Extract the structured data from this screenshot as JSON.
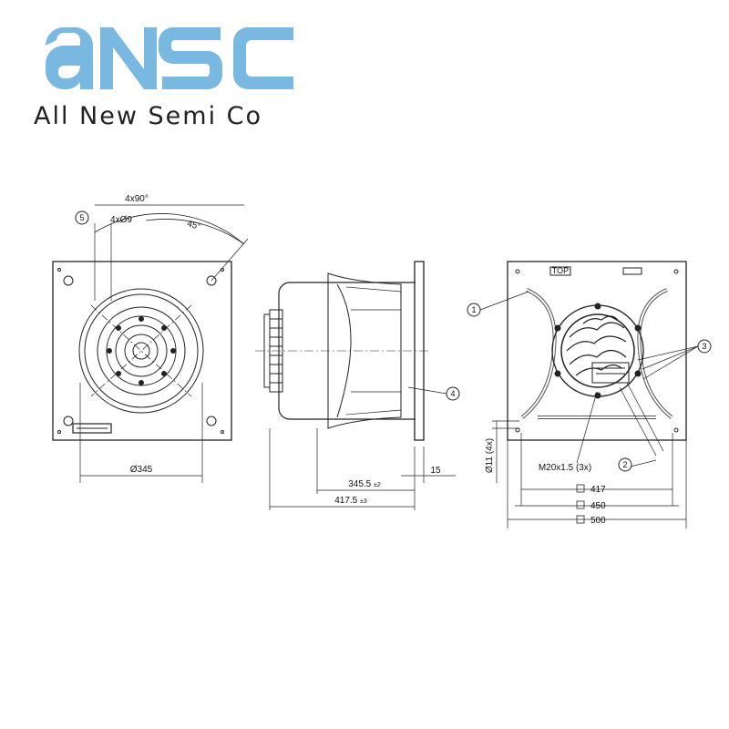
{
  "brand": {
    "logo_text": "ANSC",
    "tagline": "All New Semi Co",
    "accent_color": "#79b8e0"
  },
  "drawing": {
    "front_view": {
      "angle_pattern": "4x90°",
      "holes": "4xØ9",
      "angle": "45°",
      "diameter": "Ø345",
      "callout_5": "5"
    },
    "side_view": {
      "dim_345": "345.5",
      "dim_345_tol": "±2",
      "dim_417": "417.5",
      "dim_417_tol": "±3",
      "dim_15": "15",
      "callout_4": "4"
    },
    "rear_view": {
      "top_mark": "TOP",
      "callout_1": "1",
      "callout_2": "2",
      "callout_3": "3",
      "cable_gland": "M20x1.5 (3x)",
      "hole_dia": "Ø11 (4x)",
      "sq_417": "417",
      "sq_450": "450",
      "sq_500": "500"
    }
  }
}
